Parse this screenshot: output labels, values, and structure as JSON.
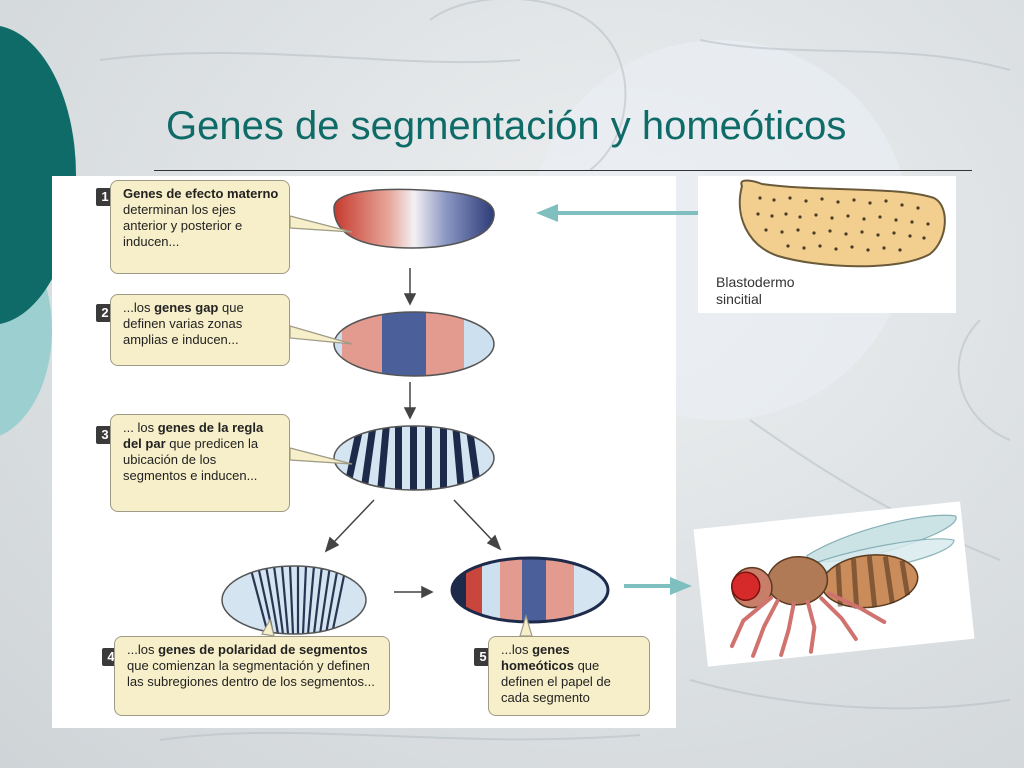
{
  "slide": {
    "title": "Genes de segmentación y homeóticos"
  },
  "steps": [
    {
      "number": "1",
      "parts": [
        {
          "text": "Genes de efecto materno",
          "bold": true
        },
        {
          "text": " determinan los ejes anterior y posterior e inducen...",
          "bold": false
        }
      ]
    },
    {
      "number": "2",
      "parts": [
        {
          "text": "...los ",
          "bold": false
        },
        {
          "text": "genes gap",
          "bold": true
        },
        {
          "text": " que definen varias zonas amplias e inducen...",
          "bold": false
        }
      ]
    },
    {
      "number": "3",
      "parts": [
        {
          "text": "... los ",
          "bold": false
        },
        {
          "text": "genes de la regla del par",
          "bold": true
        },
        {
          "text": " que predicen la ubicación de los segmentos e inducen...",
          "bold": false
        }
      ]
    },
    {
      "number": "4",
      "parts": [
        {
          "text": "...los ",
          "bold": false
        },
        {
          "text": "genes de polaridad de segmentos",
          "bold": true
        },
        {
          "text": " que comienzan la segmentación y definen las subregiones dentro de los segmentos...",
          "bold": false
        }
      ]
    },
    {
      "number": "5",
      "parts": [
        {
          "text": "...los ",
          "bold": false
        },
        {
          "text": "genes homeóticos",
          "bold": true
        },
        {
          "text": " que definen el papel de cada segmento",
          "bold": false
        }
      ]
    }
  ],
  "blastoderm": {
    "label_line1": "Blastodermo",
    "label_line2": "sincitial"
  },
  "colors": {
    "title": "#0f6b68",
    "teal_dark": "#0f6b68",
    "teal_light": "#9ccfcf",
    "callout_bg": "#f7efc9",
    "arrow_teal": "#7fbfbf",
    "stripe_red": "#e39a8f",
    "stripe_blue": "#4b5f9a",
    "stripe_light": "#cde0ef"
  }
}
